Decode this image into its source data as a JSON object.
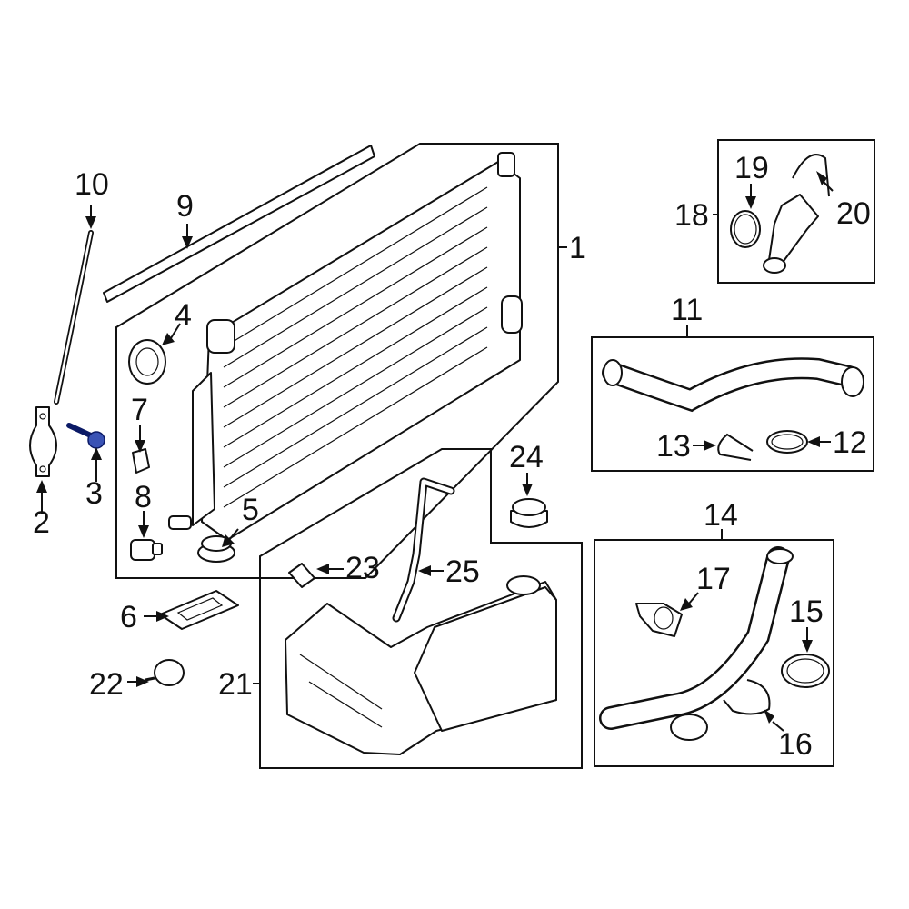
{
  "callouts": {
    "c1": "1",
    "c2": "2",
    "c3": "3",
    "c4": "4",
    "c5": "5",
    "c6": "6",
    "c7": "7",
    "c8": "8",
    "c9": "9",
    "c10": "10",
    "c11": "11",
    "c12": "12",
    "c13": "13",
    "c14": "14",
    "c15": "15",
    "c16": "16",
    "c17": "17",
    "c18": "18",
    "c19": "19",
    "c20": "20",
    "c21": "21",
    "c22": "22",
    "c23": "23",
    "c24": "24",
    "c25": "25"
  },
  "colors": {
    "highlight_part": "#3a53b5",
    "line": "#111111"
  }
}
